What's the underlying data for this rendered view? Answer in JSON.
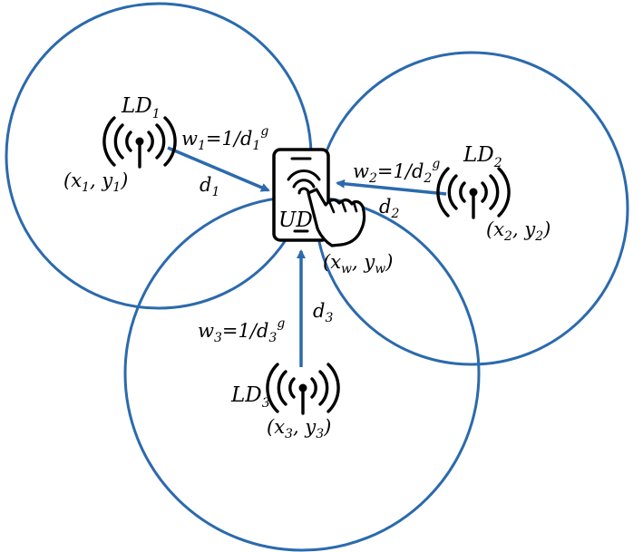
{
  "colors": {
    "line": "#2b6aad",
    "text": "#000000"
  },
  "nodes": {
    "ld1": {
      "name": "LD",
      "sub": "1",
      "coord": "(x",
      "coord_sub_x": "1",
      "coord_mid": ", y",
      "coord_sub_y": "1",
      "coord_end": ")"
    },
    "ld2": {
      "name": "LD",
      "sub": "2",
      "coord": "(x",
      "coord_sub_x": "2",
      "coord_mid": ", y",
      "coord_sub_y": "2",
      "coord_end": ")"
    },
    "ld3": {
      "name": "LD",
      "sub": "3",
      "coord": "(x",
      "coord_sub_x": "3",
      "coord_mid": ", y",
      "coord_sub_y": "3",
      "coord_end": ")"
    },
    "ud": {
      "name": "UD",
      "coord": "(x",
      "coord_sub_x": "w",
      "coord_mid": ", y",
      "coord_sub_y": "w",
      "coord_end": ")"
    }
  },
  "edges": {
    "e1": {
      "w": "w",
      "w_sub": "1",
      "eq": "=1/d",
      "eq_sub": "1",
      "exp": "g",
      "d": "d",
      "d_sub": "1"
    },
    "e2": {
      "w": "w",
      "w_sub": "2",
      "eq": "=1/d",
      "eq_sub": "2",
      "exp": "g",
      "d": "d",
      "d_sub": "2"
    },
    "e3": {
      "w": "w",
      "w_sub": "3",
      "eq": "=1/d",
      "eq_sub": "3",
      "exp": "g",
      "d": "d",
      "d_sub": "3"
    }
  }
}
